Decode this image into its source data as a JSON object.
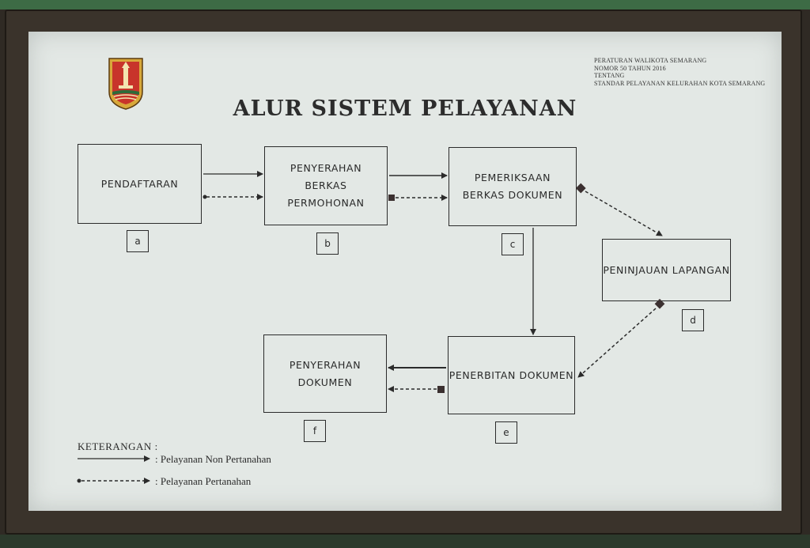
{
  "header": {
    "regulation_lines": [
      "PERATURAN WALIKOTA SEMARANG",
      "NOMOR 50 TAHUN 2016",
      "TENTANG",
      "STANDAR PELAYANAN KELURAHAN KOTA SEMARANG"
    ],
    "title": "ALUR SISTEM PELAYANAN",
    "emblem_icon": "semarang-city-emblem-icon"
  },
  "steps": [
    {
      "id": "a",
      "label": "PENDAFTARAN",
      "tag": "a"
    },
    {
      "id": "b",
      "label": "PENYERAHAN BERKAS PERMOHONAN",
      "tag": "b"
    },
    {
      "id": "c",
      "label": "PEMERIKSAAN BERKAS DOKUMEN",
      "tag": "c"
    },
    {
      "id": "d",
      "label": "PENINJAUAN LAPANGAN",
      "tag": "d"
    },
    {
      "id": "e",
      "label": "PENERBITAN DOKUMEN",
      "tag": "e"
    },
    {
      "id": "f",
      "label": "PENYERAHAN DOKUMEN",
      "tag": "f"
    }
  ],
  "legend": {
    "title": "KETERANGAN :",
    "solid_label": ": Pelayanan Non Pertanahan",
    "dashed_label": ": Pelayanan Pertanahan"
  },
  "colors": {
    "board": "#e3e8e5",
    "frame": "#3a332b",
    "ink": "#2b2b2b",
    "emblem_red": "#c8342b",
    "emblem_gold": "#d8a83a",
    "emblem_green": "#2f6b3a"
  }
}
